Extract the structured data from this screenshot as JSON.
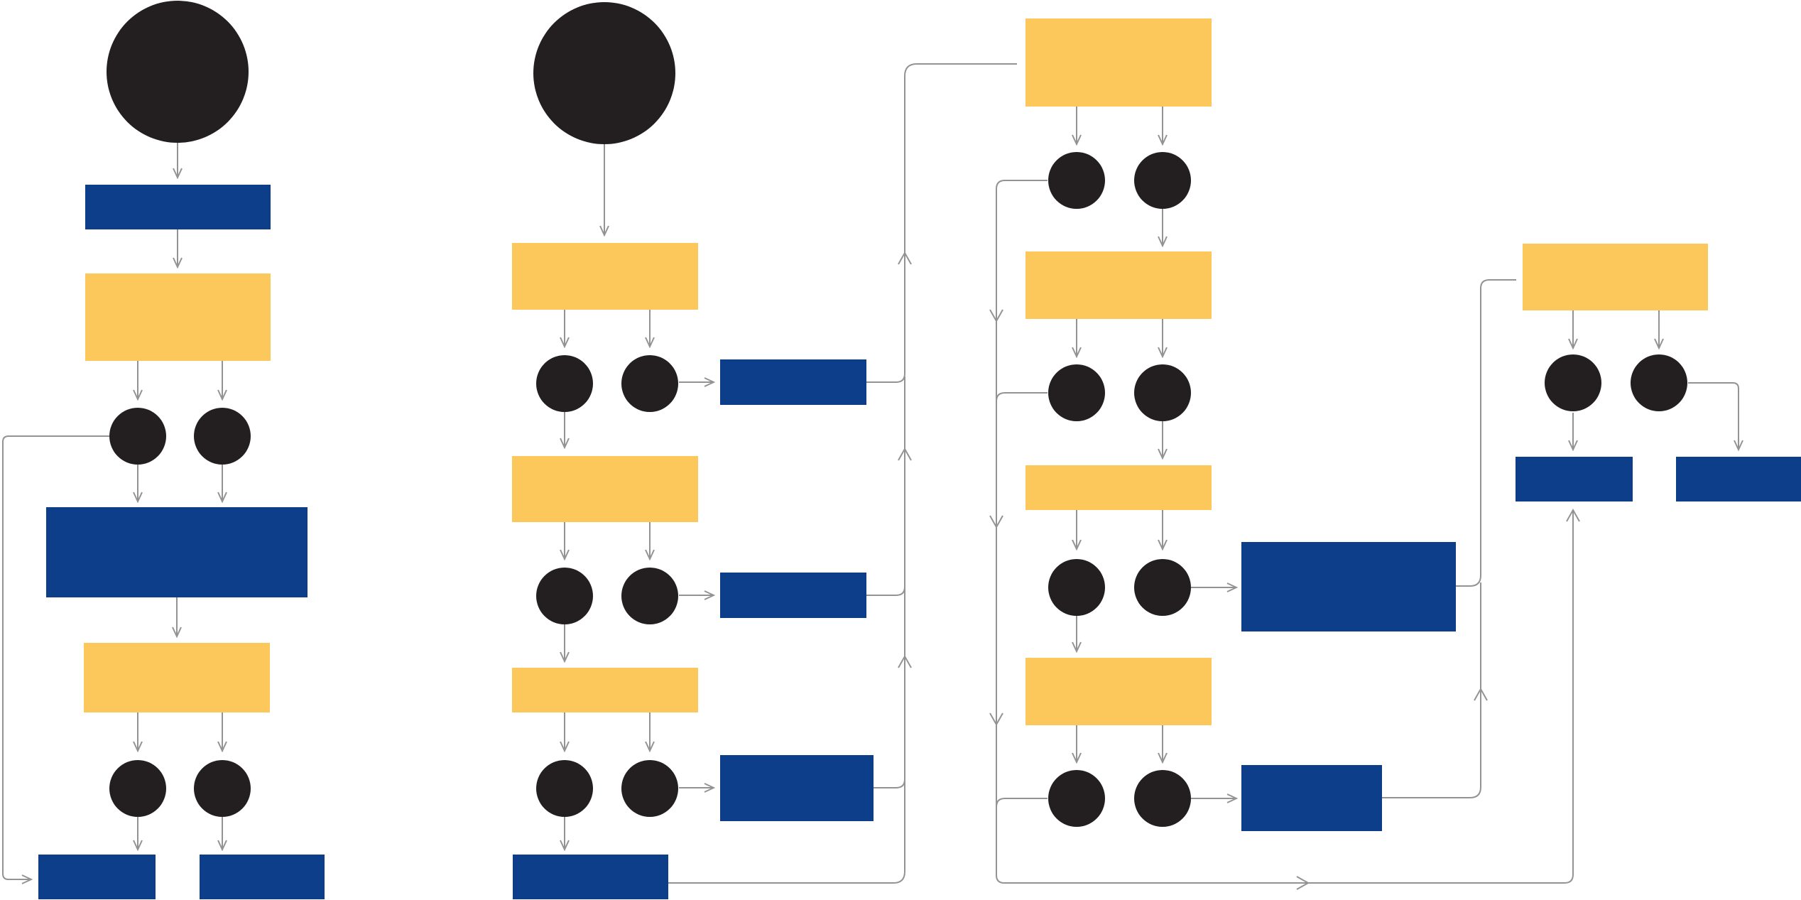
{
  "colors": {
    "background": "#ffffff",
    "start_node": "#231f20",
    "decision_node": "#231f20",
    "process_box": "#fcc75b",
    "output_box": "#0c3e8a",
    "connector": "#939393"
  },
  "legend_text": [],
  "flowchart": {
    "columns": [
      {
        "id": "col-1",
        "start_nodes": 1,
        "process_boxes": 2,
        "output_boxes": 4,
        "decision_nodes": 4
      },
      {
        "id": "col-2",
        "start_nodes": 1,
        "process_boxes": 3,
        "output_boxes": 4,
        "decision_nodes": 6
      },
      {
        "id": "col-3",
        "start_nodes": 0,
        "process_boxes": 4,
        "output_boxes": 2,
        "decision_nodes": 8
      },
      {
        "id": "col-4",
        "start_nodes": 0,
        "process_boxes": 1,
        "output_boxes": 2,
        "decision_nodes": 2
      }
    ]
  }
}
